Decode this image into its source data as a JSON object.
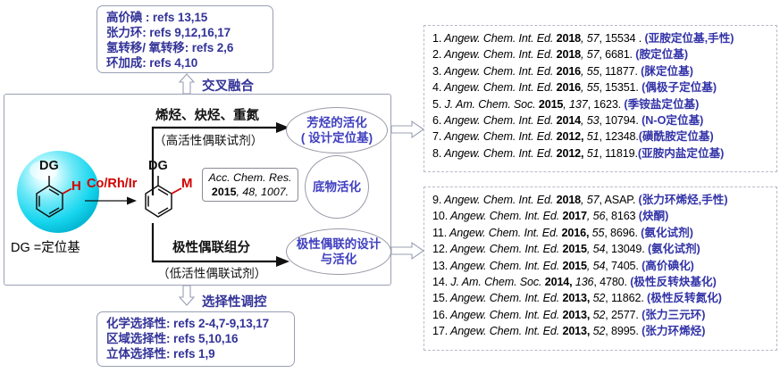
{
  "top_box": {
    "lines": [
      "高价碘 : refs 13,15",
      "张力环: refs 9,12,16,17",
      "氢转移/ 氧转移: refs 2,6",
      "环加成: refs 4,10"
    ]
  },
  "top_connector_label": "交叉融合",
  "bottom_connector_label": "选择性调控",
  "bottom_box": {
    "lines": [
      "化学选择性: refs 2-4,7-9,13,17",
      "区域选择性: refs 5,10,16",
      "立体选择性: refs 1,9"
    ]
  },
  "scheme": {
    "substrate": {
      "dg_label": "DG",
      "h_label": "H",
      "caption": "DG =定位基"
    },
    "catalyst": "Co/Rh/Ir",
    "product": {
      "dg_label": "DG",
      "m_label": "M"
    },
    "acc_card": {
      "line1": "Acc. Chem. Res.",
      "line2_year": "2015",
      "line2_rest": ", 48, 1007."
    },
    "upper_arrow": {
      "top_label": "烯烃、炔烃、重氮",
      "bottom_label": "（高活性偶联试剂）"
    },
    "lower_arrow": {
      "top_label": "极性偶联组分",
      "bottom_label": "（低活性偶联试剂）"
    },
    "nodes": {
      "upper": "芳烃的活化\n( 设计定位基)",
      "upper_l1": "芳烃的活化",
      "upper_l2": "( 设计定位基)",
      "middle": "底物活化",
      "lower_l1": "极性偶联的设计",
      "lower_l2": "与活化"
    }
  },
  "citations_top": [
    {
      "num": "1.",
      "journal": "Angew. Chem. Int. Ed. ",
      "year": "2018",
      "vol": ", 57",
      "page": ", 15534 . ",
      "cn": "(亚胺定位基,手性)"
    },
    {
      "num": "2.",
      "journal": "Angew. Chem. Int. Ed. ",
      "year": "2018",
      "vol": ", 57",
      "page": ", 6681. ",
      "cn": "(胺定位基)"
    },
    {
      "num": "3.",
      "journal": "Angew. Chem. Int. Ed. ",
      "year": "2016",
      "vol": ", 55",
      "page": ", 11877. ",
      "cn": "(脒定位基)"
    },
    {
      "num": "4.",
      "journal": "Angew. Chem. Int. Ed. ",
      "year": "2016",
      "vol": ", 55",
      "page": ", 15351. ",
      "cn": "(偶极子定位基)"
    },
    {
      "num": "5.",
      "journal": "J. Am. Chem. Soc. ",
      "year": "2015",
      "vol": ", 137",
      "page": ", 1623. ",
      "cn": "(季铵盐定位基)"
    },
    {
      "num": "6.",
      "journal": "Angew. Chem. Int. Ed. ",
      "year": "2014",
      "vol": ", 53",
      "page": ", 10794. ",
      "cn": "(N-O定位基)"
    },
    {
      "num": "7.",
      "journal": "Angew. Chem. Int. Ed. ",
      "year": "2012,",
      "vol": " 51",
      "page": ", 12348.",
      "cn": "(磺酰胺定位基)"
    },
    {
      "num": "8.",
      "journal": "Angew. Chem. Int. Ed. ",
      "year": "2012,",
      "vol": " 51",
      "page": ", 11819.",
      "cn": "(亚胺内盐定位基)"
    }
  ],
  "citations_bottom": [
    {
      "num": "9.",
      "journal": "Angew. Chem. Int. Ed. ",
      "year": "2018",
      "vol": ", 57",
      "page": ", ASAP. ",
      "cn": "(张力环烯烃,手性)"
    },
    {
      "num": "10.",
      "journal": "Angew. Chem. Int. Ed. ",
      "year": "2017",
      "vol": ", 56",
      "page": ", 8163 ",
      "cn": "(炔酮)"
    },
    {
      "num": "11.",
      "journal": "Angew. Chem. Int. Ed. ",
      "year": "2016,",
      "vol": " 55",
      "page": ", 8696. ",
      "cn": "(氨化试剂)"
    },
    {
      "num": "12.",
      "journal": "Angew. Chem. Int. Ed. ",
      "year": "2015",
      "vol": ", 54",
      "page": ", 13049. ",
      "cn": "(氨化试剂)"
    },
    {
      "num": "13.",
      "journal": "Angew. Chem. Int. Ed. ",
      "year": "2015",
      "vol": ", 54",
      "page": ", 7405. ",
      "cn": "(高价碘化)"
    },
    {
      "num": "14.",
      "journal": "J. Am. Chem. Soc. ",
      "year": "2014,",
      "vol": " 136",
      "page": ", 4780. ",
      "cn": "(极性反转炔基化)"
    },
    {
      "num": "15.",
      "journal": "Angew. Chem. Int. Ed. ",
      "year": "2013,",
      "vol": " 52",
      "page": ", 11862. ",
      "cn": "(极性反转氮化)"
    },
    {
      "num": "16.",
      "journal": "Angew. Chem. Int. Ed. ",
      "year": "2013,",
      "vol": " 52",
      "page": ", 2577. ",
      "cn": "(张力三元环)"
    },
    {
      "num": "17.",
      "journal": "Angew. Chem. Int. Ed. ",
      "year": "2013,",
      "vol": " 52",
      "page": ", 8995. ",
      "cn": "(张力环烯烃)"
    }
  ],
  "colors": {
    "cn_blue": "#333399",
    "node_blue": "#4040c0",
    "catalyst_red": "#d40000",
    "box_border": "#9aa0b4",
    "dashed_border": "#b9b9c9",
    "sphere_cyan": "#22e0f0"
  }
}
